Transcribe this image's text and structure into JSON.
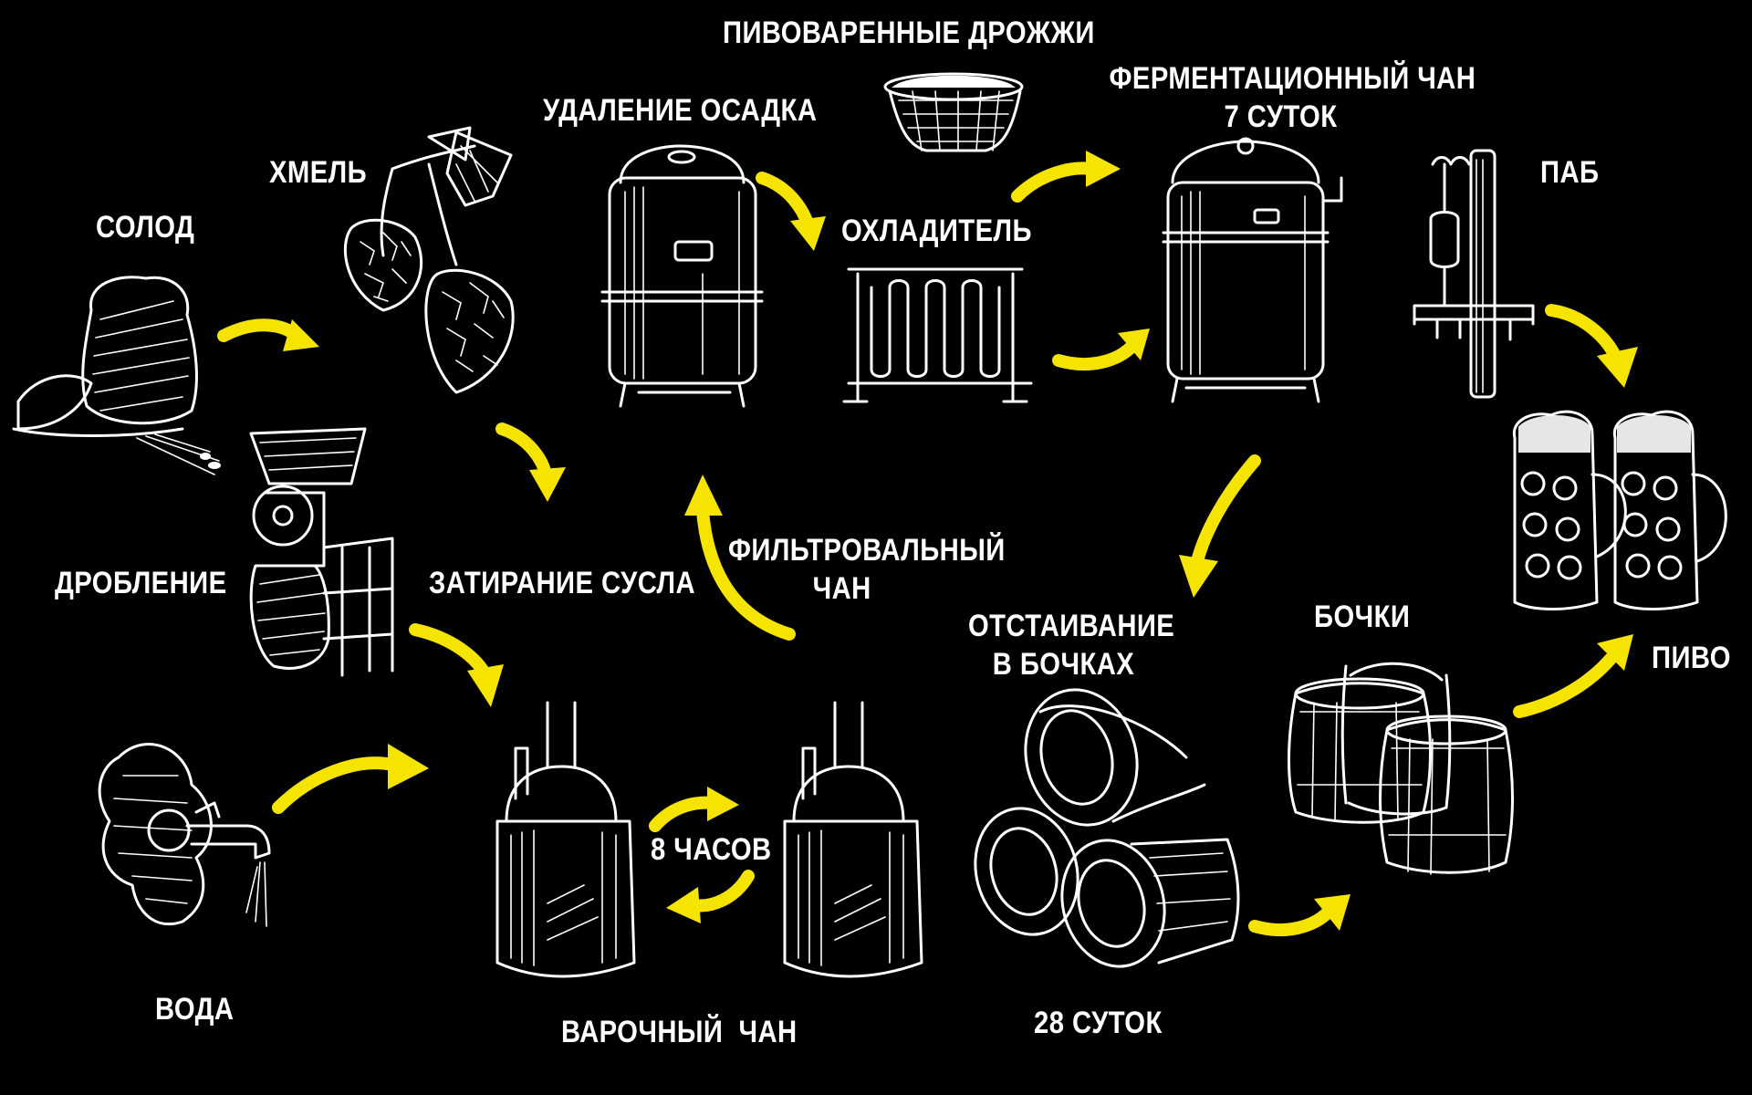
{
  "labels": {
    "malt": "СОЛОД",
    "hops": "ХМЕЛЬ",
    "sediment_removal": "УДАЛЕНИЕ ОСАДКА",
    "brewing_yeast": "ПИВОВАРЕННЫЕ ДРОЖЖИ",
    "fermentation_tank_line1": "ФЕРМЕНТАЦИОННЫЙ ЧАН",
    "fermentation_tank_line2": "7 СУТОК",
    "cooler": "ОХЛАДИТЕЛЬ",
    "pub": "ПАБ",
    "crushing": "ДРОБЛЕНИЕ",
    "mashing": "ЗАТИРАНИЕ СУСЛА",
    "filter_tank_line1": "ФИЛЬТРОВАЛЬНЫЙ",
    "filter_tank_line2": "ЧАН",
    "barrel_settling_line1": "ОТСТАИВАНИЕ",
    "barrel_settling_line2": "В БОЧКАХ",
    "barrels": "БОЧКИ",
    "beer": "ПИВО",
    "water": "ВОДА",
    "eight_hours": "8 ЧАСОВ",
    "brewing_tank": "ВАРОЧНЫЙ  ЧАН",
    "twenty_eight_days": "28 СУТОК"
  },
  "colors": {
    "background": "#000000",
    "ink": "#ffffff",
    "arrow": "#f5e400"
  },
  "icons": [
    "malt-sack-icon",
    "hops-icon",
    "grain-mill-icon",
    "water-tap-icon",
    "lauter-tank-icon",
    "yeast-basket-icon",
    "cooler-coil-icon",
    "fermentation-tank-icon",
    "beer-tap-column-icon",
    "beer-mugs-icon",
    "brew-kettle-icon",
    "barrel-stack-icon",
    "barrels-icon"
  ]
}
